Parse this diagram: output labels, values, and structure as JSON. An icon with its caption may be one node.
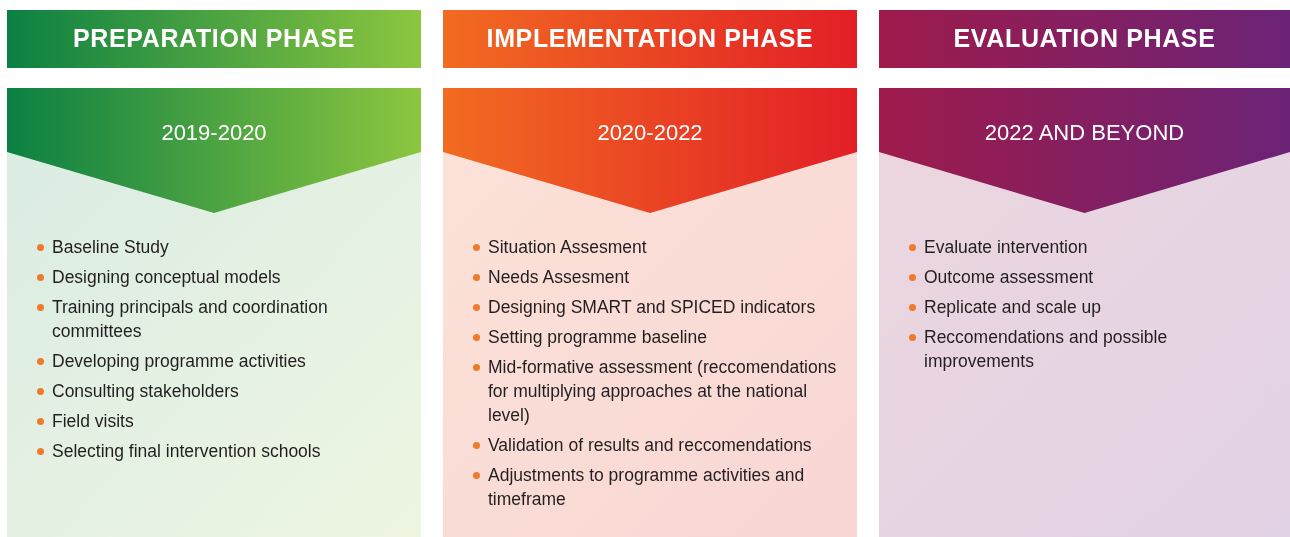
{
  "diagram": {
    "nodes": [
      {
        "text": [
          "PREPARATION PHASE"
        ]
      },
      {
        "text": [
          "Baseline Study",
          "Designing conceptual models",
          "Training principals and coordination committees",
          "Developing programme activities",
          "Consulting stakeholders",
          "Field visits",
          "Selecting final intervention schools"
        ]
      },
      {
        "text": [
          "2019-2020"
        ],
        "in": 1
      },
      {
        "text": [
          "IMPLEMENTATION PHASE"
        ]
      },
      {
        "text": [
          "Situation Assesment",
          "Needs Assesment",
          "Designing SMART and SPICED indicators",
          "Setting programme baseline",
          "Mid-formative assessment (reccomendations for multiplying approaches at the national level)",
          "Validation of results and reccomendations",
          "Adjustments to programme activities and timeframe"
        ]
      },
      {
        "text": [
          "2020-2022"
        ],
        "in": 4
      },
      {
        "text": [
          "EVALUATION PHASE"
        ]
      },
      {
        "text": [
          "Evaluate intervention",
          "Outcome assessment",
          "Replicate and scale up",
          "Reccomendations and possible improvements"
        ]
      },
      {
        "text": [
          "2022 AND BEYOND"
        ],
        "in": 7
      }
    ]
  }
}
